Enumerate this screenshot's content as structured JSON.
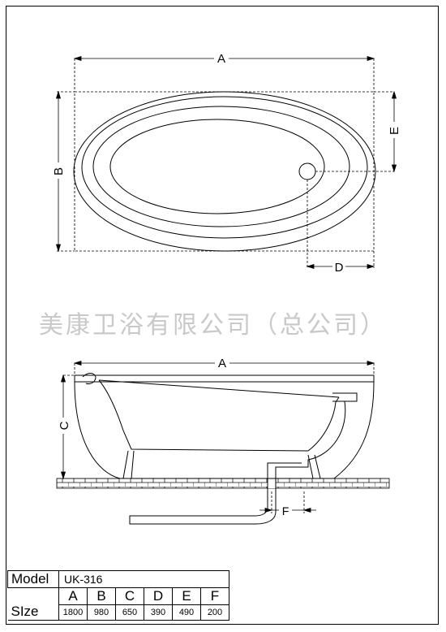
{
  "watermark": "美康卫浴有限公司（总公司）",
  "top_view": {
    "dim_a": "A",
    "dim_b": "B",
    "dim_d": "D",
    "dim_e": "E"
  },
  "side_view": {
    "dim_a": "A",
    "dim_c": "C",
    "dim_f": "F"
  },
  "spec_table": {
    "model_label": "Model",
    "model_value": "UK-316",
    "size_label": "SIze",
    "columns": [
      "A",
      "B",
      "C",
      "D",
      "E",
      "F"
    ],
    "values": [
      "1800",
      "980",
      "650",
      "390",
      "490",
      "200"
    ]
  }
}
